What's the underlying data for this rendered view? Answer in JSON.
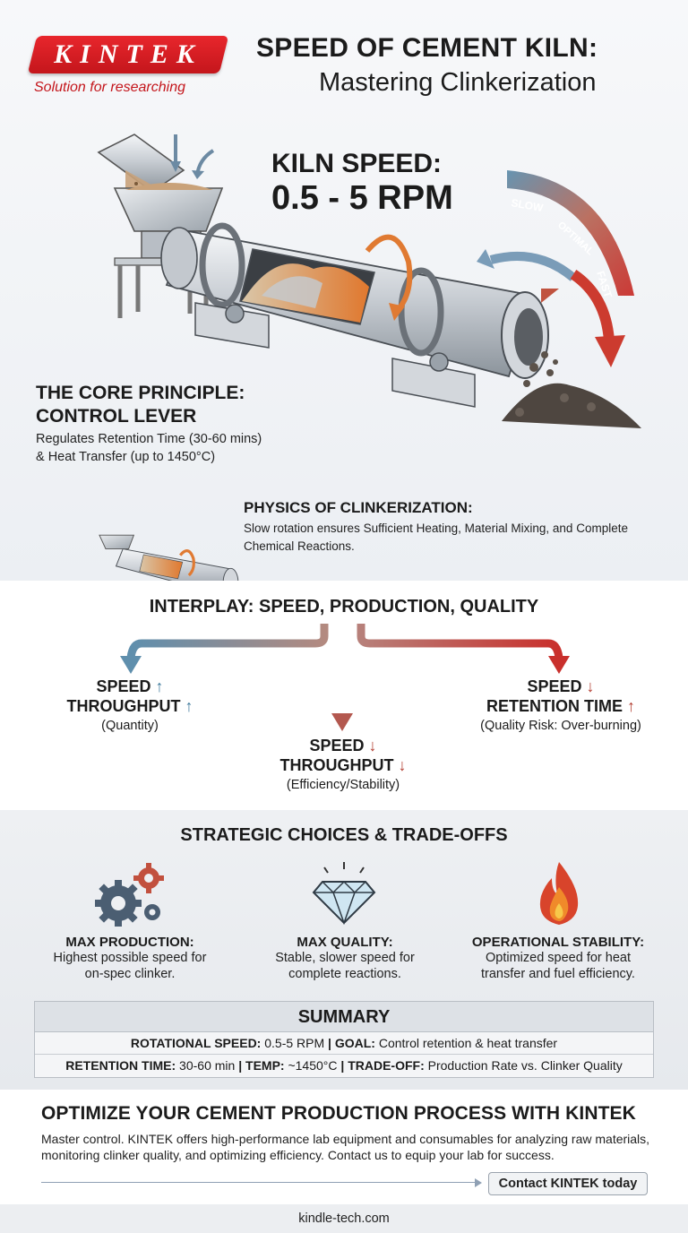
{
  "brand": {
    "logo_text": "KINTEK",
    "tagline": "Solution for researching",
    "red": "#d51f26"
  },
  "header": {
    "title": "SPEED OF CEMENT KILN:",
    "subtitle": "Mastering Clinkerization"
  },
  "kiln_speed": {
    "label": "KILN SPEED:",
    "value": "0.5 - 5 RPM"
  },
  "gauge": {
    "labels": [
      "SLOW",
      "OPTIMAL",
      "FAST"
    ],
    "colors": [
      "#5f8fad",
      "#c0533f",
      "#c9302c"
    ]
  },
  "core_principle": {
    "title_line1": "THE CORE PRINCIPLE:",
    "title_line2": "CONTROL LEVER",
    "text_line1": "Regulates Retention Time (30-60 mins)",
    "text_line2": "& Heat Transfer (up to 1450°C)"
  },
  "physics": {
    "title": "PHYSICS OF CLINKERIZATION:",
    "text": "Slow rotation ensures Sufficient Heating, Material Mixing, and Complete Chemical Reactions."
  },
  "interplay": {
    "title": "INTERPLAY: SPEED, PRODUCTION, QUALITY",
    "left": {
      "line1": "SPEED",
      "line2": "THROUGHPUT",
      "note": "(Quantity)",
      "arrow1": "↑",
      "arrow2": "↑"
    },
    "center": {
      "line1": "SPEED",
      "line2": "THROUGHPUT",
      "note": "(Efficiency/Stability)",
      "arrow1": "↓",
      "arrow2": "↓"
    },
    "right": {
      "line1": "SPEED",
      "line2": "RETENTION TIME",
      "note": "(Quality Risk: Over-burning)",
      "arrow1": "↓",
      "arrow2": "↑"
    }
  },
  "strategic": {
    "title": "STRATEGIC CHOICES & TRADE-OFFS",
    "choices": [
      {
        "title": "MAX PRODUCTION:",
        "line1": "Highest possible speed for",
        "line2": "on-spec clinker."
      },
      {
        "title": "MAX QUALITY:",
        "line1": "Stable, slower speed for",
        "line2": "complete reactions."
      },
      {
        "title": "OPERATIONAL STABILITY:",
        "line1": "Optimized speed for heat",
        "line2": "transfer and fuel efficiency."
      }
    ]
  },
  "summary": {
    "title": "SUMMARY",
    "row1": {
      "k1": "ROTATIONAL SPEED:",
      "v1": "0.5-5 RPM",
      "sep": "|",
      "k2": "GOAL:",
      "v2": "Control retention & heat transfer"
    },
    "row2": {
      "k1": "RETENTION TIME:",
      "v1": "30-60 min",
      "sep": "|",
      "k2": "TEMP:",
      "v2": "~1450°C",
      "k3": "TRADE-OFF:",
      "v3": "Production Rate vs. Clinker Quality"
    }
  },
  "cta": {
    "title": "OPTIMIZE YOUR CEMENT PRODUCTION PROCESS WITH KINTEK",
    "text": "Master control. KINTEK offers high-performance lab equipment and consumables for analyzing raw materials, monitoring clinker quality, and optimizing efficiency. Contact us to equip your lab for success.",
    "button": "Contact KINTEK today"
  },
  "footer": {
    "site": "kindle-tech.com"
  }
}
